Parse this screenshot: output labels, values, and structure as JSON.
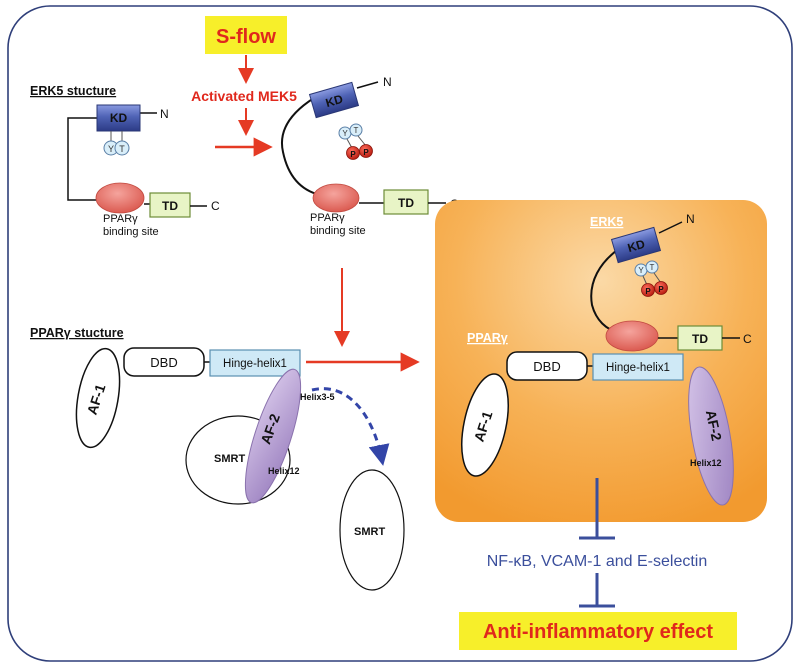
{
  "top": {
    "stimulus": "S-flow",
    "activator": "Activated MEK5"
  },
  "erk5_structure": {
    "title": "ERK5 stucture",
    "kd": "KD",
    "n_term": "N",
    "c_term": "C",
    "y": "Y",
    "t": "T",
    "td": "TD",
    "binding_line1": "PPARγ",
    "binding_line2": "binding site"
  },
  "erk5_phos": {
    "kd": "KD",
    "n_term": "N",
    "c_term": "C",
    "y": "Y",
    "t": "T",
    "p1": "P",
    "p2": "P",
    "td": "TD",
    "binding_line1": "PPARγ",
    "binding_line2": "binding site"
  },
  "ppar_structure": {
    "title": "PPARγ stucture",
    "dbd": "DBD",
    "hinge": "Hinge-helix1",
    "af1": "AF-1",
    "af2": "AF-2",
    "helix35": "Helix3-5",
    "helix12": "Helix12",
    "smrt1": "SMRT",
    "smrt2": "SMRT"
  },
  "complex": {
    "erk5_label": "ERK5",
    "ppar_label": "PPARγ",
    "kd": "KD",
    "n_term": "N",
    "c_term": "C",
    "y": "Y",
    "t": "T",
    "p1": "P",
    "p2": "P",
    "td": "TD",
    "dbd": "DBD",
    "hinge": "Hinge-helix1",
    "af1": "AF-1",
    "af2": "AF-2",
    "helix12": "Helix12"
  },
  "outcome": {
    "targets": "NF-κB, VCAM-1 and E-selectin",
    "effect": "Anti-inflammatory effect"
  },
  "colors": {
    "red_arrow": "#e53a24",
    "inhibit": "#3b4f9c",
    "yellow": "#f7ef2a",
    "kd_blue": "#5466b3",
    "td_green": "#e8f4c6",
    "oval_red": "#e8736a",
    "hinge_blue": "#cfe9f6",
    "af2_purple": "#b49ccd",
    "orange_panel": "#f5a94a"
  }
}
